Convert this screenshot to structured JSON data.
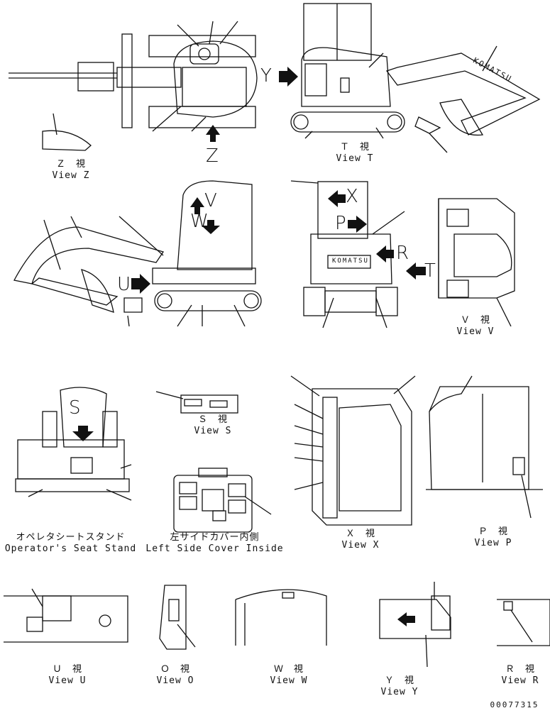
{
  "views": {
    "z": {
      "jp": "Ｚ　視",
      "en": "View Z"
    },
    "t": {
      "jp": "Ｔ　視",
      "en": "View T"
    },
    "v": {
      "jp": "Ｖ　視",
      "en": "View V"
    },
    "s": {
      "jp": "Ｓ　視",
      "en": "View S"
    },
    "x": {
      "jp": "Ｘ　視",
      "en": "View X"
    },
    "p": {
      "jp": "Ｐ　視",
      "en": "View P"
    },
    "u": {
      "jp": "Ｕ　視",
      "en": "View U"
    },
    "o": {
      "jp": "Ｏ　視",
      "en": "View O"
    },
    "w": {
      "jp": "Ｗ　視",
      "en": "View W"
    },
    "y": {
      "jp": "Ｙ　視",
      "en": "View Y"
    },
    "r": {
      "jp": "Ｒ　視",
      "en": "View R"
    },
    "seat_stand": {
      "jp": "オペレタシートスタンド",
      "en": "Operator's Seat Stand"
    },
    "left_side_cover": {
      "jp": "左サイドカバー内側",
      "en": "Left Side Cover Inside"
    }
  },
  "arrow_letters": {
    "y": "Y",
    "z": "Z",
    "v": "V",
    "w": "W",
    "u": "U",
    "x": "X",
    "p": "P",
    "r": "R",
    "t": "T",
    "s": "S"
  },
  "brand_marks": {
    "side_boom": "KOMATSU",
    "rear": "KOMATSU"
  },
  "drawing_number": "00077315"
}
